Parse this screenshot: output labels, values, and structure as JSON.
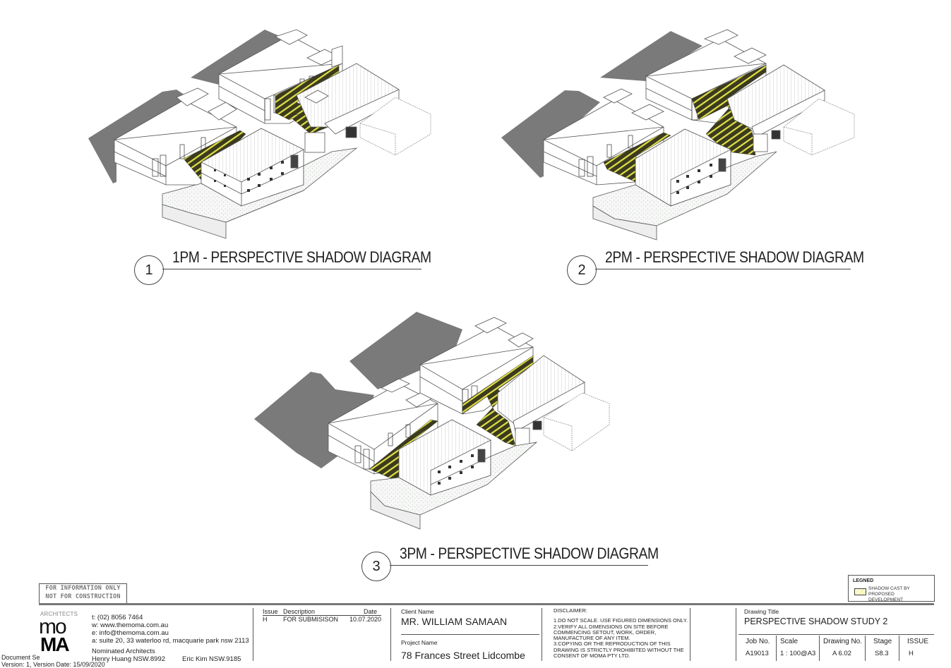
{
  "diagrams": [
    {
      "number": "1",
      "title": "1PM - PERSPECTIVE SHADOW DIAGRAM"
    },
    {
      "number": "2",
      "title": "2PM - PERSPECTIVE SHADOW DIAGRAM"
    },
    {
      "number": "3",
      "title": "3PM - PERSPECTIVE SHADOW DIAGRAM"
    }
  ],
  "colors": {
    "shadow_grey": "#7a7a7a",
    "hatch_yellow": "#e2e04a",
    "hatch_dark": "#3b3b1e",
    "building_fill": "#ffffff",
    "building_line": "#555555",
    "landscape_dot": "#9fc39a"
  },
  "stamp": {
    "line1": "FOR INFORMATION ONLY",
    "line2": "NOT FOR CONSTRUCTION"
  },
  "legend": {
    "title": "LEGNED",
    "item_line1": "SHADOW CAST BY PROPOSED",
    "item_line2": "DEVELOPMENT"
  },
  "firm": {
    "logo_tagline": "ARCHITECTS",
    "logo_top": "mo",
    "logo_bottom": "MA",
    "phone": "t:  (02) 8056 7464",
    "web": "w:  www.themoma.com.au",
    "email": "e:   info@themoma.com.au",
    "address": "a:   suite 20, 33 waterloo rd, macquarie park nsw 2113",
    "nominated_label": "Nominated Architects",
    "architect1": "Henry Huang  NSW.8992",
    "architect2": "Eric Kim  NSW.9185"
  },
  "document": {
    "set_id_label": "Document Se",
    "version_line": "Version: 1, Version Date: 15/09/2020"
  },
  "issues": {
    "headers": {
      "issue": "Issue",
      "description": "Description",
      "date": "Date"
    },
    "rows": [
      {
        "issue": "H",
        "description": "FOR SUBMISISON",
        "date": "10.07.2020"
      }
    ]
  },
  "client": {
    "label": "Client Name",
    "value": "MR. WILLIAM SAMAAN"
  },
  "project": {
    "label": "Project Name",
    "value": "78 Frances Street Lidcombe"
  },
  "disclaimer": {
    "title": "DISCLAIMER:",
    "lines": [
      "1.DO NOT SCALE. USE FIGURED DIMENSIONS ONLY.",
      "2.VERIFY ALL DIMENSIONS ON SITE BEFORE",
      "COMMENCING SETOUT, WORK, ORDER,",
      "MANUFACTURE OF ANY ITEM.",
      "3.COPYING OR THE REPRODUCTION OF THIS",
      "DRAWING IS STRICTLY PROHIBITED WITHOUT THE",
      "CONSENT OF MOMA PTY LTD."
    ]
  },
  "drawing": {
    "title_label": "Drawing Title",
    "title": "PERSPECTIVE SHADOW STUDY 2",
    "fields": [
      {
        "label": "Job No.",
        "value": "A19013"
      },
      {
        "label": "Scale",
        "value": "1 : 100@A3"
      },
      {
        "label": "Drawing No.",
        "value": "A 6.02"
      },
      {
        "label": "Stage",
        "value": "S8.3"
      },
      {
        "label": "ISSUE",
        "value": "H"
      }
    ]
  }
}
